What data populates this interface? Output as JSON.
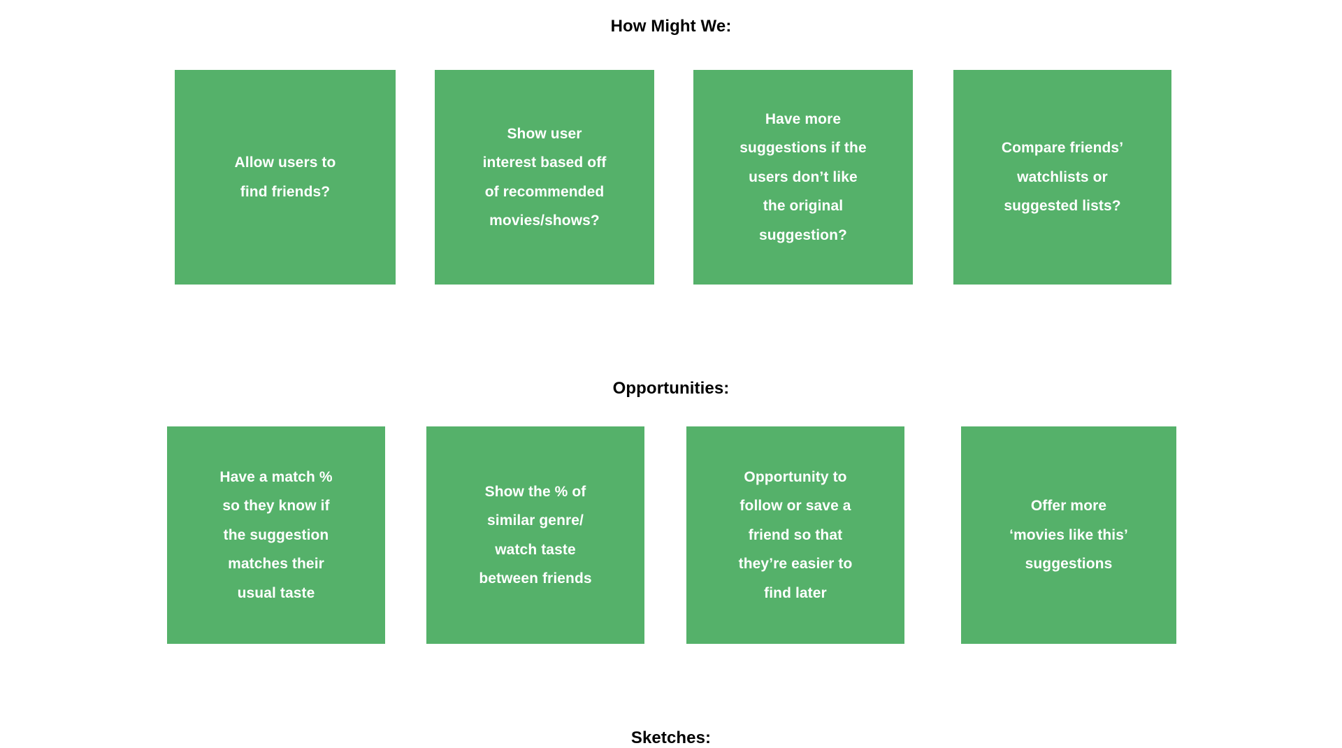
{
  "page": {
    "background_color": "#ffffff",
    "card_color": "#55b16a",
    "card_text_color": "#ffffff",
    "heading_color": "#000000"
  },
  "sections": [
    {
      "id": "how-might-we",
      "heading": "How Might We:",
      "cards": [
        {
          "text": "Allow users to\nfind friends?"
        },
        {
          "text": "Show user\ninterest based off\nof recommended\nmovies/shows?"
        },
        {
          "text": "Have more\nsuggestions if the\nusers don’t like\nthe original\nsuggestion?"
        },
        {
          "text": "Compare friends’\nwatchlists or\nsuggested lists?"
        }
      ]
    },
    {
      "id": "opportunities",
      "heading": "Opportunities:",
      "cards": [
        {
          "text": "Have a match %\nso they know if\nthe suggestion\nmatches their\nusual taste"
        },
        {
          "text": "Show the % of\nsimilar genre/\nwatch taste\nbetween friends"
        },
        {
          "text": "Opportunity to\nfollow or save a\nfriend so that\nthey’re easier to\nfind later"
        },
        {
          "text": "Offer more\n‘movies like this’\nsuggestions"
        }
      ]
    },
    {
      "id": "sketches",
      "heading": "Sketches:",
      "cards": []
    }
  ]
}
